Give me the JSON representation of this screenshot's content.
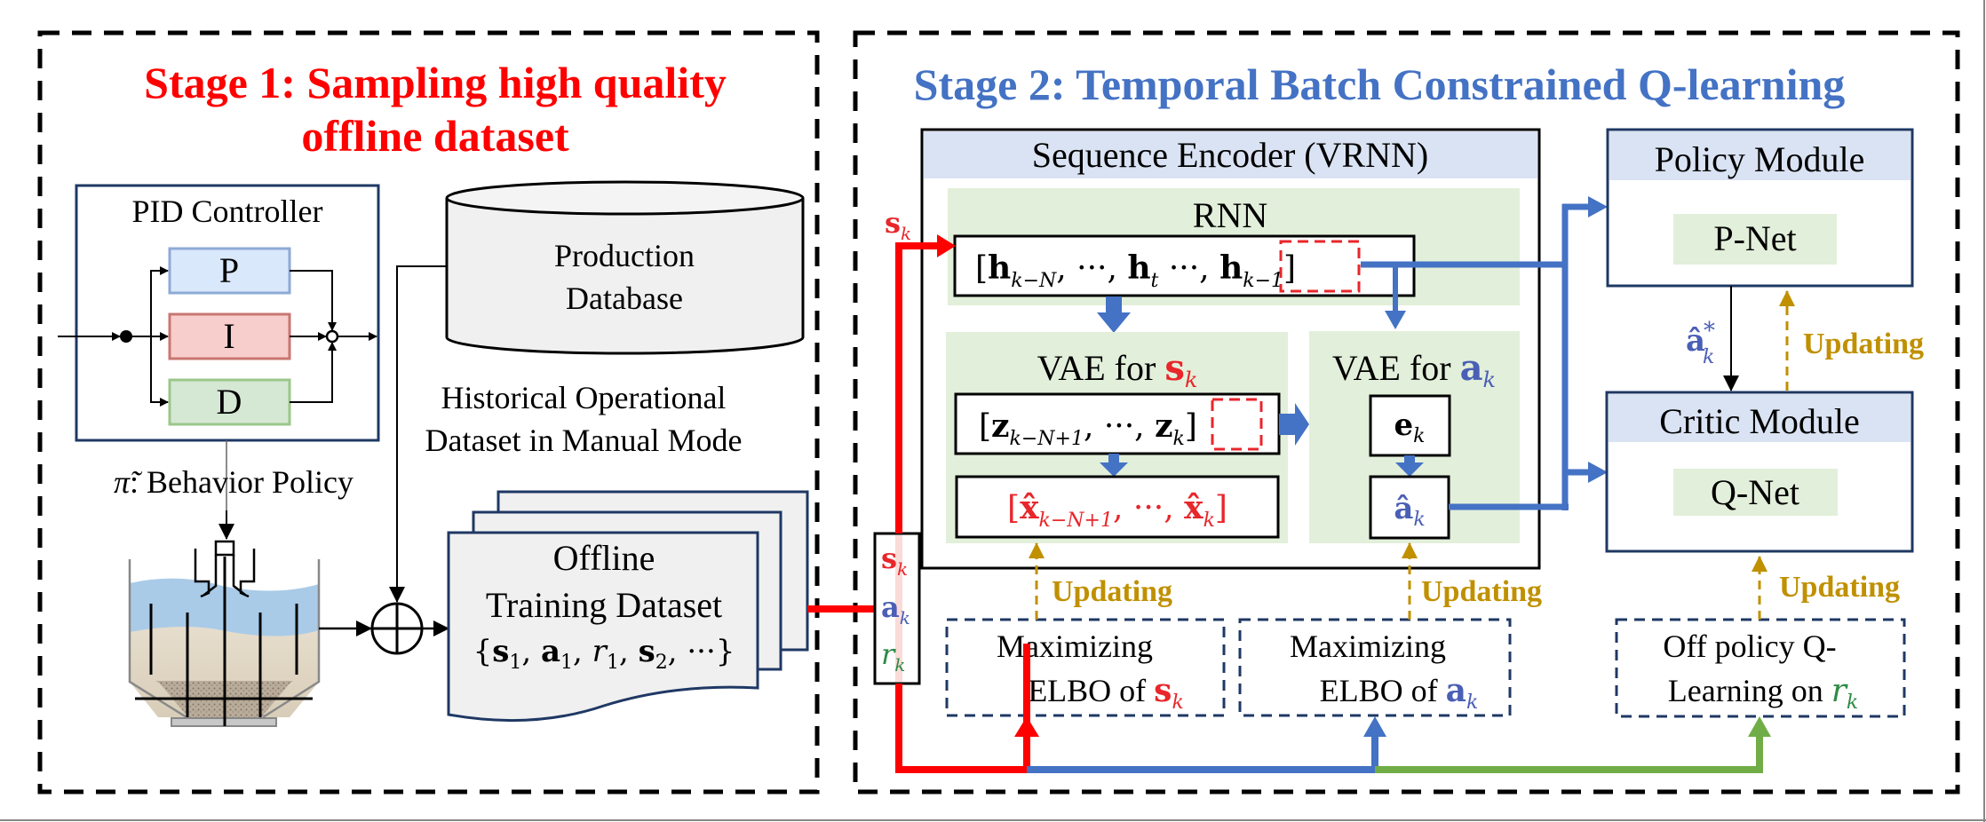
{
  "stage1": {
    "title_line1": "Stage 1: Sampling high quality",
    "title_line2": "offline dataset",
    "pid": {
      "title": "PID Controller",
      "p": "P",
      "i": "I",
      "d": "D"
    },
    "behavior_policy": {
      "symbol": "π̃",
      "text": ": Behavior Policy"
    },
    "database": {
      "line1": "Production",
      "line2": "Database"
    },
    "historical": {
      "line1": "Historical Operational",
      "line2": "Dataset in Manual Mode"
    },
    "dataset": {
      "line1": "Offline",
      "line2": "Training Dataset",
      "tuple": [
        "{",
        "s",
        "1",
        ", ",
        "a",
        "1",
        ", ",
        "r",
        "1",
        ", ",
        "s",
        "2",
        ", ···}"
      ]
    }
  },
  "stage2": {
    "title": "Stage 2: Temporal Batch Constrained Q-learning",
    "sk_input_label": {
      "sym": "s",
      "sub": "k"
    },
    "transition_box": [
      {
        "sym": "s",
        "sub": "k",
        "color": "#e8262b"
      },
      {
        "sym": "a",
        "sub": "k",
        "color": "#4a5fb5"
      },
      {
        "sym": "r",
        "sub": "k",
        "color": "#2e8b46"
      }
    ],
    "encoder": {
      "title": "Sequence Encoder (VRNN)",
      "rnn": {
        "title": "RNN",
        "seq": {
          "open": "[",
          "h1": "h",
          "h1_sub": "k−N",
          "mid": ", ···, ",
          "h2": "h",
          "h2_sub": "t",
          "mid2": " ···, ",
          "h3": "h",
          "h3_sub": "k−1",
          "close": "]"
        }
      },
      "vae_s": {
        "title": "VAE for ",
        "sym": "s",
        "sub": "k",
        "z_seq": {
          "open": "[",
          "z1": "z",
          "z1_sub": "k−N+1",
          "mid": ", ···, ",
          "z2": "z",
          "z2_sub": "k",
          "close": "]"
        },
        "x_seq": {
          "open": "[",
          "x1": "x̂",
          "x1_sub": "k−N+1",
          "mid": ", ···, ",
          "x2": "x̂",
          "x2_sub": "k",
          "close": "]"
        }
      },
      "vae_a": {
        "title": "VAE for ",
        "sym": "a",
        "sub": "k",
        "e": {
          "sym": "e",
          "sub": "k"
        },
        "a_hat": {
          "sym": "â",
          "sub": "k"
        }
      }
    },
    "policy": {
      "title": "Policy Module",
      "net": "P-Net"
    },
    "critic": {
      "title": "Critic Module",
      "net": "Q-Net"
    },
    "a_star_label": {
      "sym": "â",
      "sup": "*",
      "sub": "k"
    },
    "updating_label": "Updating",
    "objectives": {
      "elbo_s": {
        "line1": "Maximizing",
        "line2": "ELBO of ",
        "sym": "s",
        "sub": "k"
      },
      "elbo_a": {
        "line1": "Maximizing",
        "line2": "ELBO of ",
        "sym": "a",
        "sub": "k"
      },
      "qlearn": {
        "line1": "Off policy Q-",
        "line2": "Learning on ",
        "sym": "r",
        "sub": "k"
      }
    }
  },
  "colors": {
    "stage1_title": "#ff0000",
    "stage2_title": "#4472c4",
    "state": "#ff0000",
    "action": "#4472c4",
    "reward": "#70ad47",
    "updating": "#c09000",
    "module_header": "#dae3f3",
    "module_green": "#e2efda",
    "p_fill": "#dae8fc",
    "i_fill": "#f8cecc",
    "d_fill": "#d5e8d4"
  }
}
